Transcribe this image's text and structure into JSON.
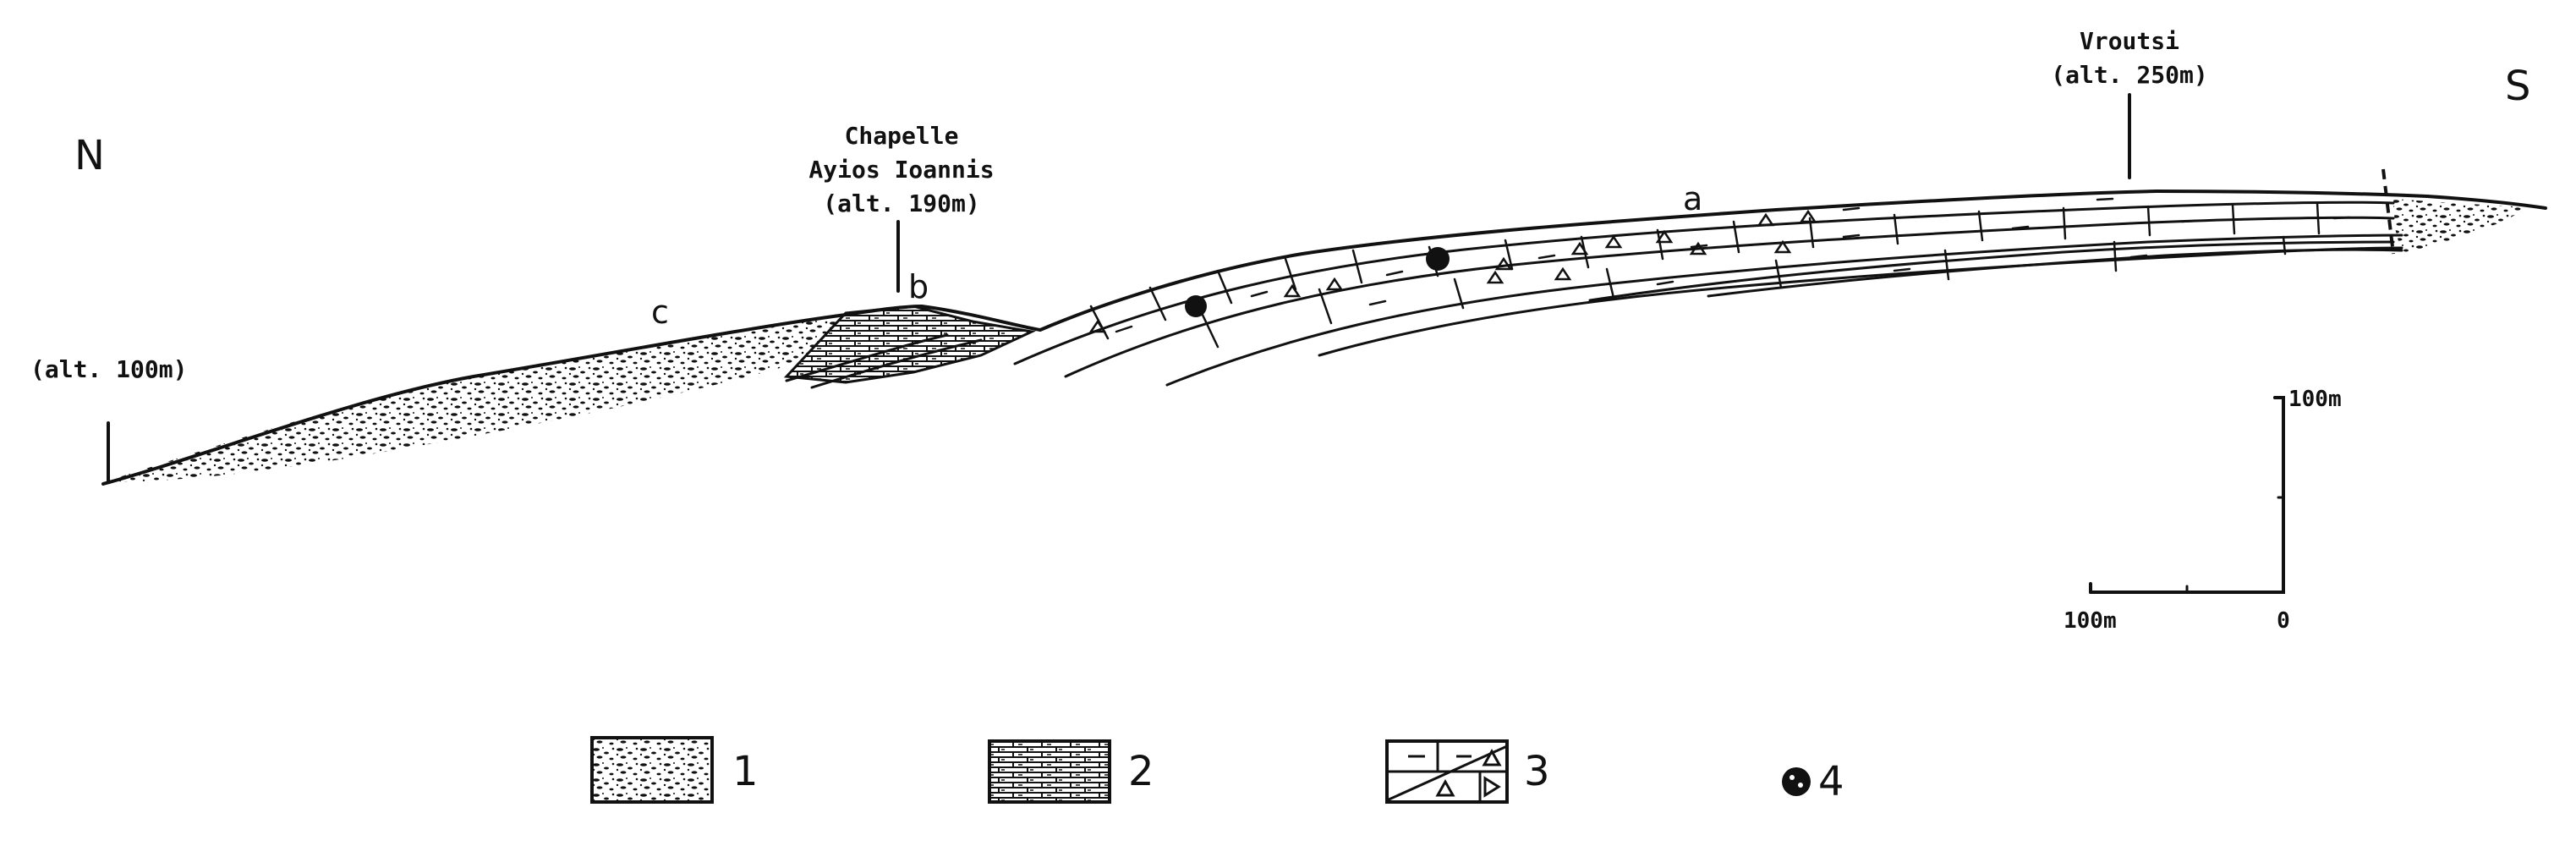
{
  "directions": {
    "north": "N",
    "south": "S"
  },
  "points": {
    "north_end": {
      "alt": "(alt. 100m)"
    },
    "chapel": {
      "line1": "Chapelle",
      "line2": "Ayios Ioannis",
      "alt": "(alt. 190m)"
    },
    "vroutsi": {
      "name": "Vroutsi",
      "alt": "(alt. 250m)"
    }
  },
  "unit_letters": {
    "a": "a",
    "b": "b",
    "c": "c"
  },
  "scale": {
    "vertical": "100m",
    "horizontal": "100m",
    "origin": "0"
  },
  "legend": [
    {
      "number": "1",
      "pattern": "conglomerate"
    },
    {
      "number": "2",
      "pattern": "thin-bedded"
    },
    {
      "number": "3",
      "pattern": "limestone-breccia"
    },
    {
      "number": "4",
      "pattern": "fossil-dot"
    }
  ],
  "colors": {
    "ink": "#111111",
    "paper": "#ffffff"
  }
}
